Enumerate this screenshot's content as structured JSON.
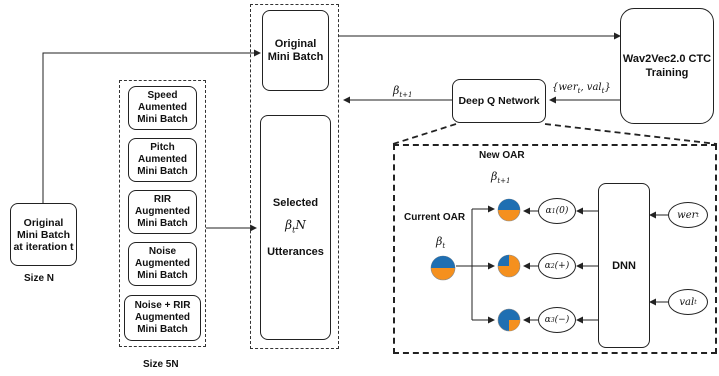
{
  "left_box": {
    "line1": "Original",
    "line2": "Mini Batch",
    "line3": "at iteration t",
    "size": "Size N"
  },
  "aug_boxes": [
    {
      "lines": [
        "Speed",
        "Aumented",
        "Mini Batch"
      ]
    },
    {
      "lines": [
        "Pitch",
        "Aumented",
        "Mini Batch"
      ]
    },
    {
      "lines": [
        "RIR",
        "Augmented",
        "Mini Batch"
      ]
    },
    {
      "lines": [
        "Noise",
        "Augmented",
        "Mini Batch"
      ]
    },
    {
      "lines": [
        "Noise + RIR",
        "Augmented",
        "Mini Batch"
      ]
    }
  ],
  "aug_group_size": "Size 5N",
  "orig_mini_batch": {
    "line1": "Original",
    "line2": "Mini Batch"
  },
  "selected": {
    "line1": "Selected",
    "math": "βtN",
    "line2": "Utterances"
  },
  "wav2vec": {
    "line1": "Wav2Vec2.0 CTC",
    "line2": "Training"
  },
  "dqn": {
    "label": "Deep Q Network"
  },
  "beta_t_plus_1": "βt+1",
  "wer_val": "{wert, valt}",
  "new_oar": "New OAR",
  "current_oar": "Current OAR",
  "beta_t": "βt",
  "beta_t_plus_1_inner": "βt+1",
  "actions": [
    "α1(0)",
    "α2(+)",
    "α3(−)"
  ],
  "dnn": "DNN",
  "inputs": [
    "wert",
    "valt"
  ],
  "colors": {
    "blue": "#1f6fb2",
    "orange": "#f5901e",
    "line": "#222222"
  },
  "pie_values": {
    "current": 0.5,
    "new": [
      0.5,
      0.75,
      0.25
    ]
  }
}
